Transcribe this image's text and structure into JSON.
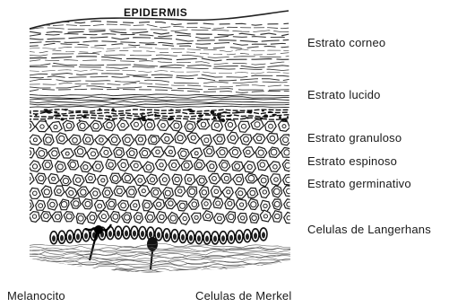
{
  "figure": {
    "title": "EPIDERMIS",
    "labels": {
      "corneo": "Estrato corneo",
      "lucido": "Estrato lucido",
      "granuloso": "Estrato granuloso",
      "espinoso": "Estrato espinoso",
      "germinativo": "Estrato germinativo",
      "langerhans": "Celulas de Langerhans",
      "melanocito": "Melanocito",
      "merkel": "Celulas de Merkel"
    }
  }
}
